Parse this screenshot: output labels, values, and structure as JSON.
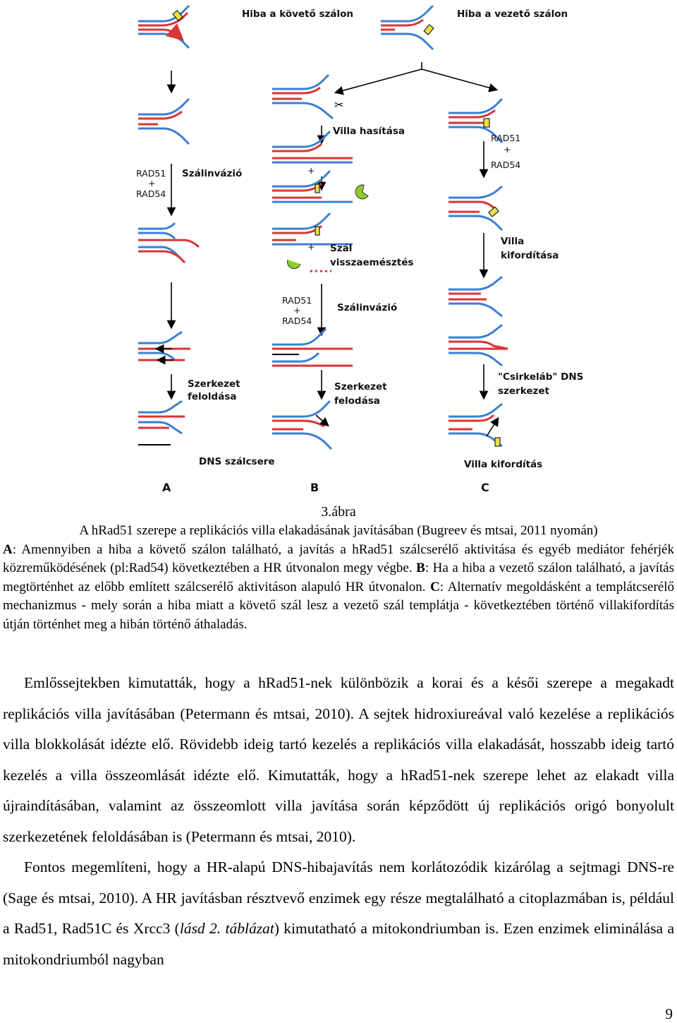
{
  "figure": {
    "col_a": {
      "top": "Hiba a követő szálon",
      "strand_invasion": "Szálinvázió",
      "rad51": "RAD51",
      "plus": "+",
      "rad54": "RAD54",
      "resolution": "Szerkezet feloldása",
      "exchange": "DNS szálcsere",
      "letter": "A"
    },
    "col_b": {
      "top": "Hiba a vezető szálon",
      "cleavage": "Villa hasítása",
      "plus": "+",
      "digestion": "Szál visszaemésztés",
      "rad51": "RAD51",
      "rad54": "RAD54",
      "invasion": "Szálinvázió",
      "resolution": "Szerkezet felodása",
      "letter": "B"
    },
    "col_c": {
      "rad51": "RAD51",
      "plus": "+",
      "rad54": "RAD54",
      "reversal": "Villa kifordítása",
      "chickenfoot": "\"Csirkeláb\" DNS szerkezet",
      "reversal2": "Villa kifordítás",
      "letter": "C"
    }
  },
  "caption": {
    "title": "3.ábra",
    "line1": "A hRad51 szerepe a replikációs villa elakadásának javításában (Bugreev és mtsai, 2011 nyomán)",
    "a_key": "A",
    "a_text": ": Amennyiben a hiba a követő szálon található, a javítás a hRad51 szálcserélő aktivitása és egyéb mediátor fehérjék közreműködésének (pl:Rad54) következtében a HR útvonalon megy végbe. ",
    "b_key": "B",
    "b_text": ": Ha a hiba a vezető szálon található, a javítás megtörténhet az előbb említett szálcserélő aktivitáson alapuló HR útvonalon. ",
    "c_key": "C",
    "c_text": ": Alternatív megoldásként a templátcserélő mechanizmus - mely során a hiba miatt a követő szál lesz a vezető szál templátja - következtében történő villakifordítás útján történhet meg a hibán történő áthaladás."
  },
  "body": {
    "p1": "Emlőssejtekben kimutatták, hogy a hRad51-nek különbözik a korai és a késői szerepe a megakadt replikációs villa javításában (Petermann és mtsai, 2010). A sejtek hidroxiureával való kezelése a replikációs villa blokkolását idézte elő. Rövidebb ideig tartó kezelés a replikációs villa elakadását, hosszabb ideig tartó kezelés a villa összeomlását idézte elő. Kimutatták, hogy a hRad51-nek szerepe lehet az elakadt villa újraindításában, valamint az összeomlott villa javítása során képződött új replikációs origó bonyolult szerkezetének feloldásában is (Petermann és mtsai, 2010).",
    "p2_start": "Fontos megemlíteni, hogy a HR-alapú DNS-hibajavítás nem korlátozódik kizárólag a sejtmagi DNS-re (Sage és mtsai, 2010). A HR javításban résztvevő enzimek egy része megtalálható a citoplazmában is, például a Rad51, Rad51C és Xrcc3 (",
    "p2_ref": "lásd 2. táblázat",
    "p2_end": ") kimutatható a mitokondriumban is. Ezen enzimek eliminálása a mitokondriumból nagyban"
  },
  "page_number": "9",
  "colors": {
    "blue_strand": "#3a7fd0",
    "red_strand": "#d83535",
    "lesion": "#e8e04a",
    "nuclease": "#8ccd2a"
  }
}
